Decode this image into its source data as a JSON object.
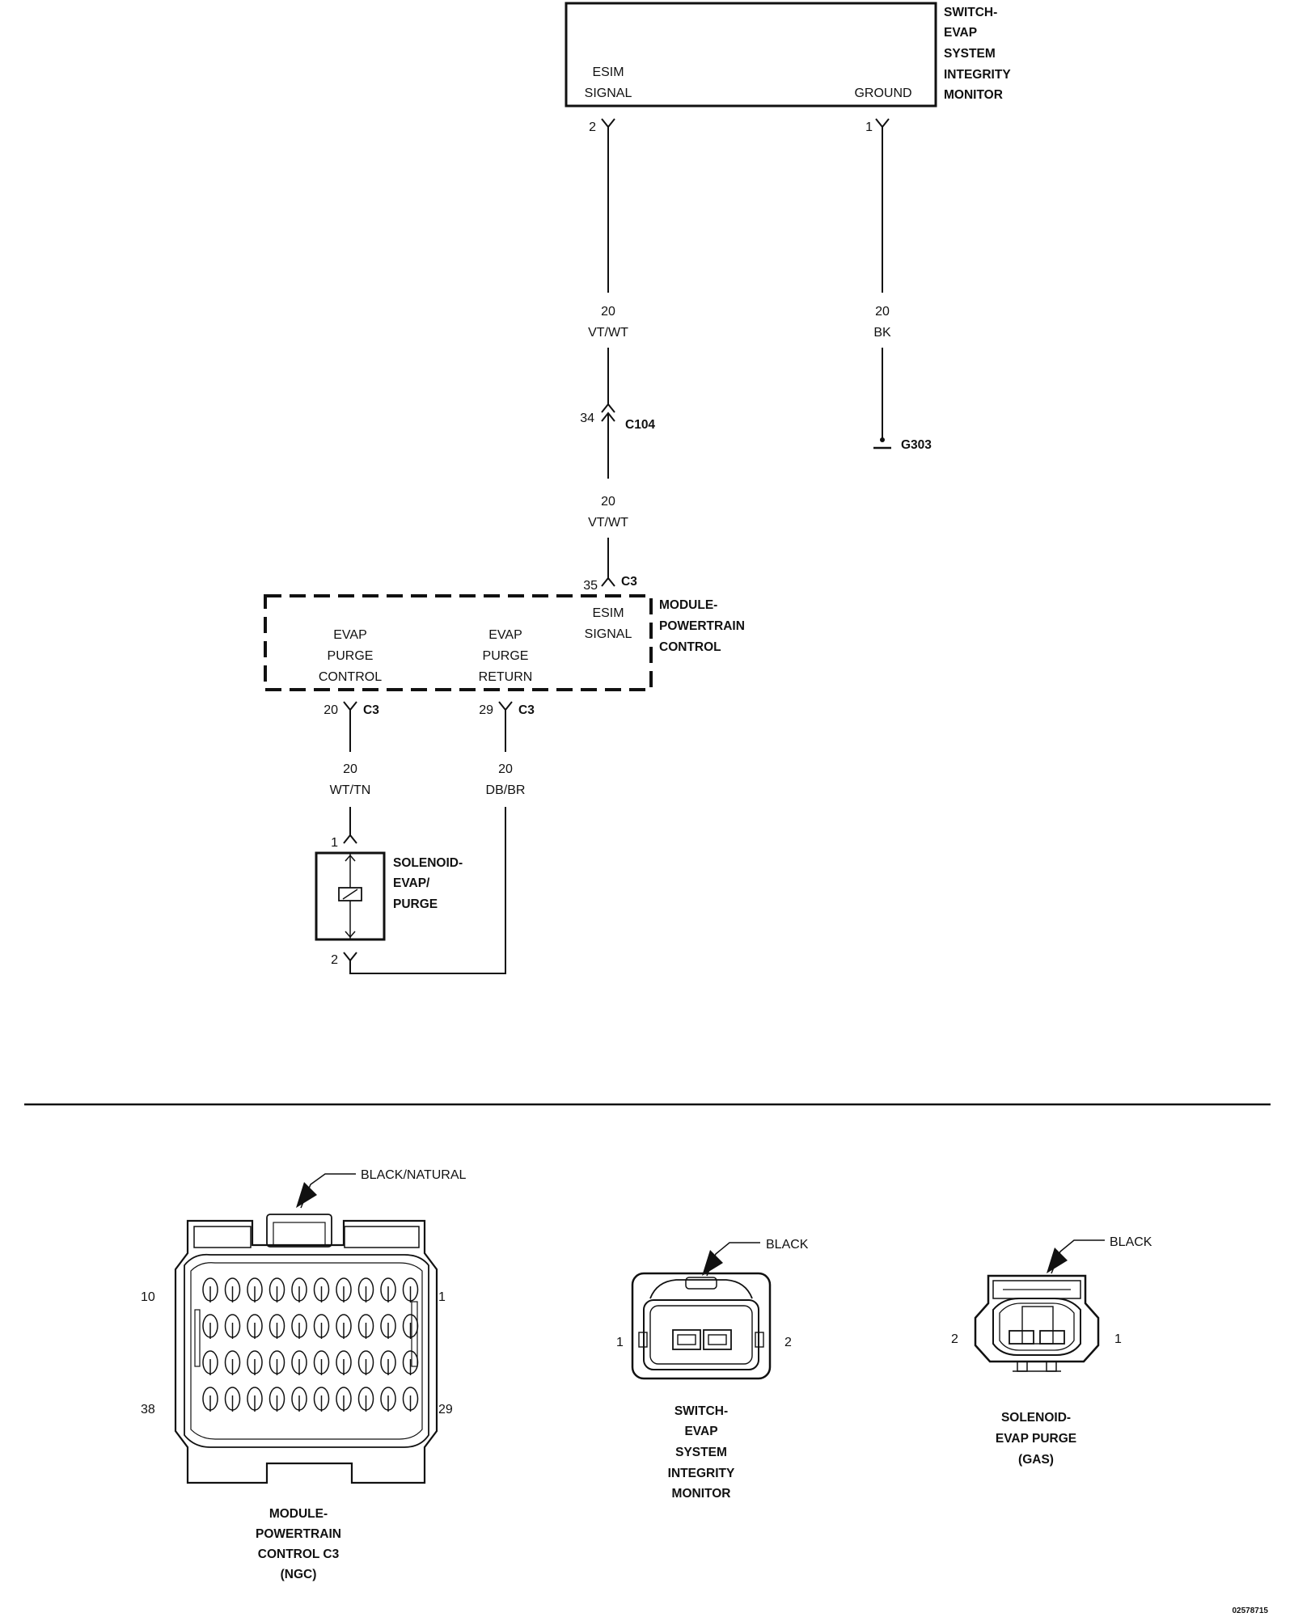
{
  "components": {
    "switch_esim": {
      "name_lines": [
        "SWITCH-",
        "EVAP",
        "SYSTEM",
        "INTEGRITY",
        "MONITOR"
      ],
      "pin_esim": [
        "ESIM",
        "SIGNAL"
      ],
      "pin_ground": "GROUND",
      "pin2_num": "2",
      "pin1_num": "1"
    },
    "pcm": {
      "name_lines": [
        "MODULE-",
        "POWERTRAIN",
        "CONTROL"
      ],
      "esim_signal": [
        "ESIM",
        "SIGNAL"
      ],
      "purge_control": [
        "EVAP",
        "PURGE",
        "CONTROL"
      ],
      "purge_return": [
        "EVAP",
        "PURGE",
        "RETURN"
      ],
      "pin35": "35",
      "pin20": "20",
      "pin29": "29",
      "connector": "C3"
    },
    "solenoid": {
      "name_lines": [
        "SOLENOID-",
        "EVAP/",
        "PURGE"
      ],
      "pin1": "1",
      "pin2": "2"
    }
  },
  "wires": {
    "esim_upper": {
      "gauge": "20",
      "color": "VT/WT"
    },
    "ground": {
      "gauge": "20",
      "color": "BK"
    },
    "esim_lower": {
      "gauge": "20",
      "color": "VT/WT"
    },
    "purge_control": {
      "gauge": "20",
      "color": "WT/TN"
    },
    "purge_return": {
      "gauge": "20",
      "color": "DB/BR"
    }
  },
  "inline_connector": {
    "pin": "34",
    "name": "C104"
  },
  "ground_point": "G303",
  "connector_views": {
    "pcm_c3": {
      "color": "BLACK/NATURAL",
      "pins": {
        "top_left": "10",
        "top_right": "1",
        "bottom_left": "38",
        "bottom_right": "29"
      },
      "name_lines": [
        "MODULE-",
        "POWERTRAIN",
        "CONTROL C3",
        "(NGC)"
      ]
    },
    "esim_switch": {
      "color": "BLACK",
      "pins": {
        "left": "1",
        "right": "2"
      },
      "name_lines": [
        "SWITCH-",
        "EVAP",
        "SYSTEM",
        "INTEGRITY",
        "MONITOR"
      ]
    },
    "solenoid_purge": {
      "color": "BLACK",
      "pins": {
        "left": "2",
        "right": "1"
      },
      "name_lines": [
        "SOLENOID-",
        "EVAP PURGE",
        "(GAS)"
      ]
    }
  },
  "figure_id": "02578715"
}
